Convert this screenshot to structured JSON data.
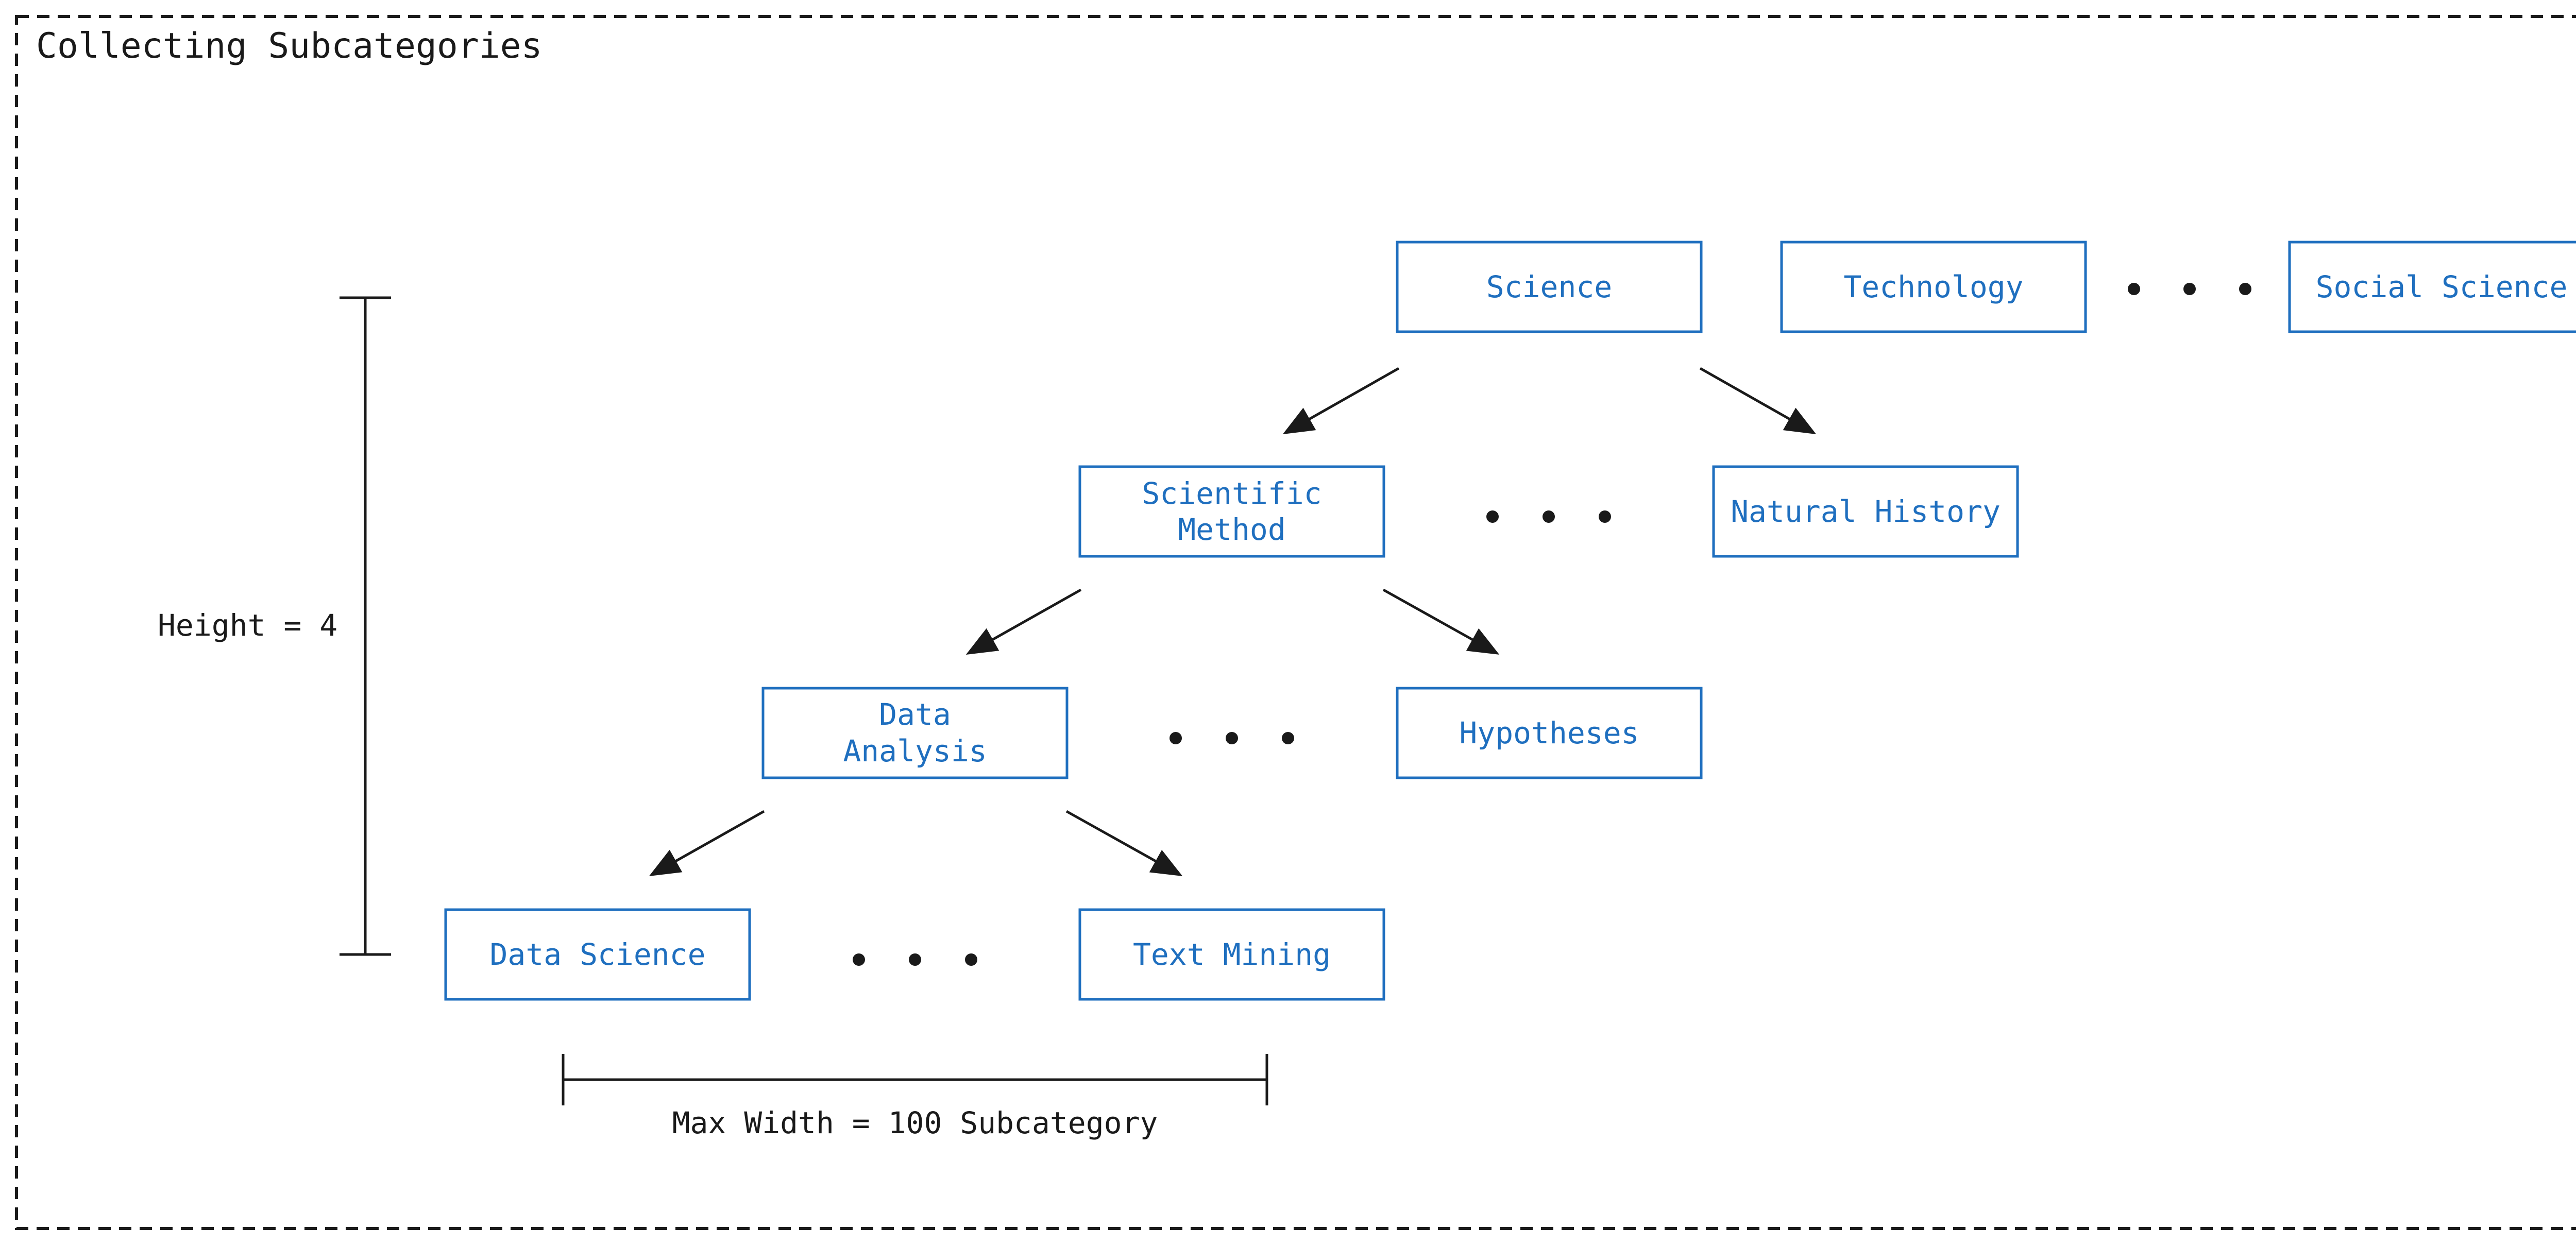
{
  "frame": {
    "title": "Collecting Subcategories"
  },
  "nodes": {
    "science": {
      "label": [
        "Science"
      ]
    },
    "technology": {
      "label": [
        "Technology"
      ]
    },
    "social_science": {
      "label": [
        "Social Science"
      ]
    },
    "scientific_method": {
      "label": [
        "Scientific",
        "Method"
      ]
    },
    "natural_history": {
      "label": [
        "Natural History"
      ]
    },
    "data_analysis": {
      "label": [
        "Data",
        "Analysis"
      ]
    },
    "hypotheses": {
      "label": [
        "Hypotheses"
      ]
    },
    "data_science": {
      "label": [
        "Data Science"
      ]
    },
    "text_mining": {
      "label": [
        "Text Mining"
      ]
    }
  },
  "edges": [
    {
      "from": "science",
      "to": "scientific_method"
    },
    {
      "from": "science",
      "to": "natural_history"
    },
    {
      "from": "scientific_method",
      "to": "data_analysis"
    },
    {
      "from": "scientific_method",
      "to": "hypotheses"
    },
    {
      "from": "data_analysis",
      "to": "data_science"
    },
    {
      "from": "data_analysis",
      "to": "text_mining"
    }
  ],
  "measurements": {
    "height_label": "Height = 4",
    "width_label": "Max Width = 100 Subcategory"
  },
  "colors": {
    "node": "#1f6fbf",
    "ink": "#1a1a1a"
  }
}
